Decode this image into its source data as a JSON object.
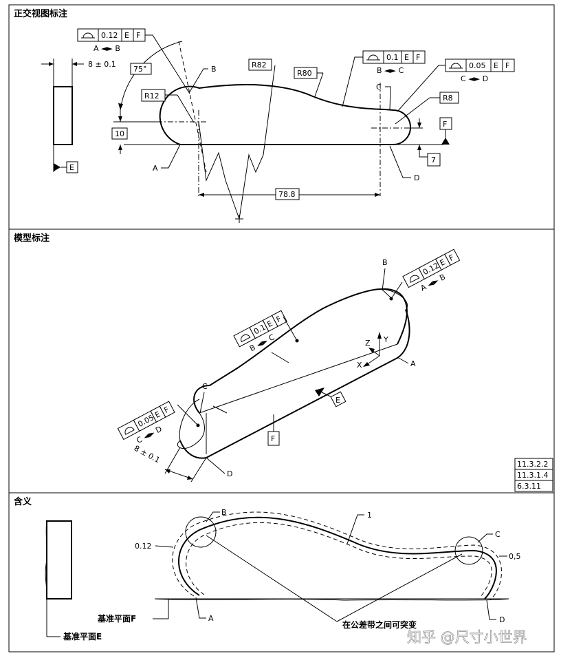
{
  "panels": {
    "ortho_title": "正交视图标注",
    "model_title": "模型标注",
    "meaning_title": "含义"
  },
  "ortho": {
    "fcf_ab": {
      "tol": "0.12",
      "d1": "E",
      "d2": "F",
      "between": "A ◄► B"
    },
    "fcf_bc": {
      "tol": "0.1",
      "d1": "E",
      "d2": "F",
      "between": "B ◄► C"
    },
    "fcf_cd": {
      "tol": "0.05",
      "d1": "E",
      "d2": "F",
      "between": "C ◄► D"
    },
    "thickness": "8 ± 0.1",
    "angle": "75°",
    "r12": "R12",
    "r82": "R82",
    "r80": "R80",
    "r8": "R8",
    "dim_10": "10",
    "dim_7": "7",
    "dim_788": "78.8",
    "datum_e": "E",
    "datum_f": "F",
    "label_a": "A",
    "label_b": "B",
    "label_c": "C",
    "label_d": "D"
  },
  "model": {
    "fcf_ab": {
      "tol": "0.12",
      "d1": "E",
      "d2": "F",
      "between": "A ◄► B"
    },
    "fcf_bc": {
      "tol": "0.1",
      "d1": "E",
      "d2": "F",
      "between": "B ◄► C"
    },
    "fcf_cd": {
      "tol": "0.05",
      "d1": "E",
      "d2": "F",
      "between": "C ◄► D"
    },
    "thickness": "8 ± 0.1",
    "datum_e": "E",
    "datum_f": "F",
    "label_a": "A",
    "label_b": "B",
    "label_c": "C",
    "label_d": "D",
    "axis_x": "X",
    "axis_y": "Y",
    "axis_z": "Z",
    "refs": [
      "11.3.2.2",
      "11.3.1.4",
      "6.3.11"
    ]
  },
  "meaning": {
    "tol_012": "0.12",
    "tol_05": "0,5",
    "callout_1": "1",
    "label_a": "A",
    "label_b": "B",
    "label_c": "C",
    "label_d": "D",
    "plane_f": "基准平面F",
    "plane_e": "基准平面E",
    "note": "在公差带之间可突变"
  },
  "watermark": "知乎 @尺寸小世界"
}
